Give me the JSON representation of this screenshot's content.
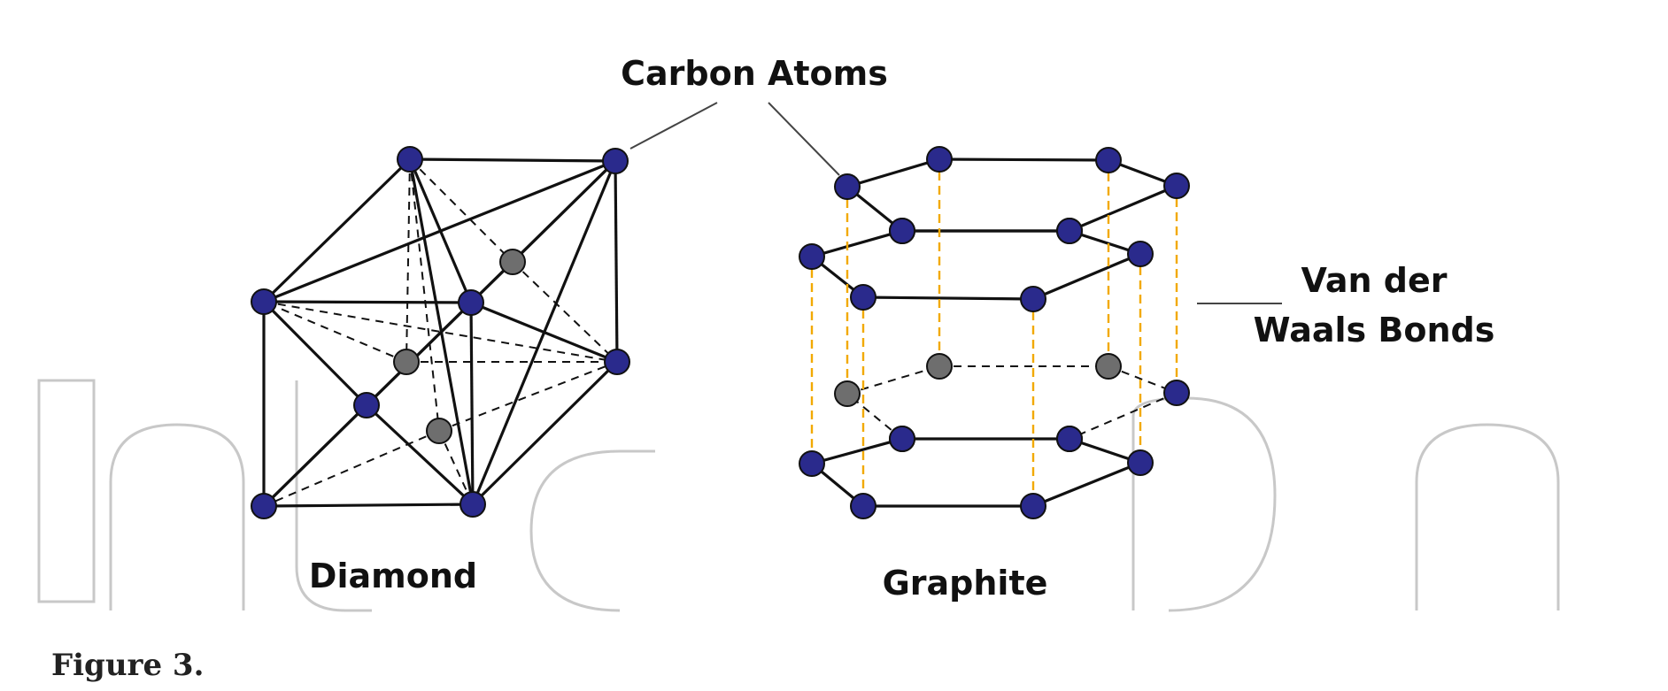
{
  "labels": {
    "carbon_atoms": "Carbon Atoms",
    "van_der_waals_line1": "Van der",
    "van_der_waals_line2": "Waals Bonds",
    "diamond": "Diamond",
    "graphite": "Graphite"
  },
  "caption": "Figure 3.",
  "watermark": "IntechOpen",
  "colors": {
    "atom_blue": "#2a2a8c",
    "atom_gray": "#6e6e6e",
    "bond": "#111111",
    "vdw_bond": "#f2a900",
    "watermark": "#c8c8c8"
  }
}
